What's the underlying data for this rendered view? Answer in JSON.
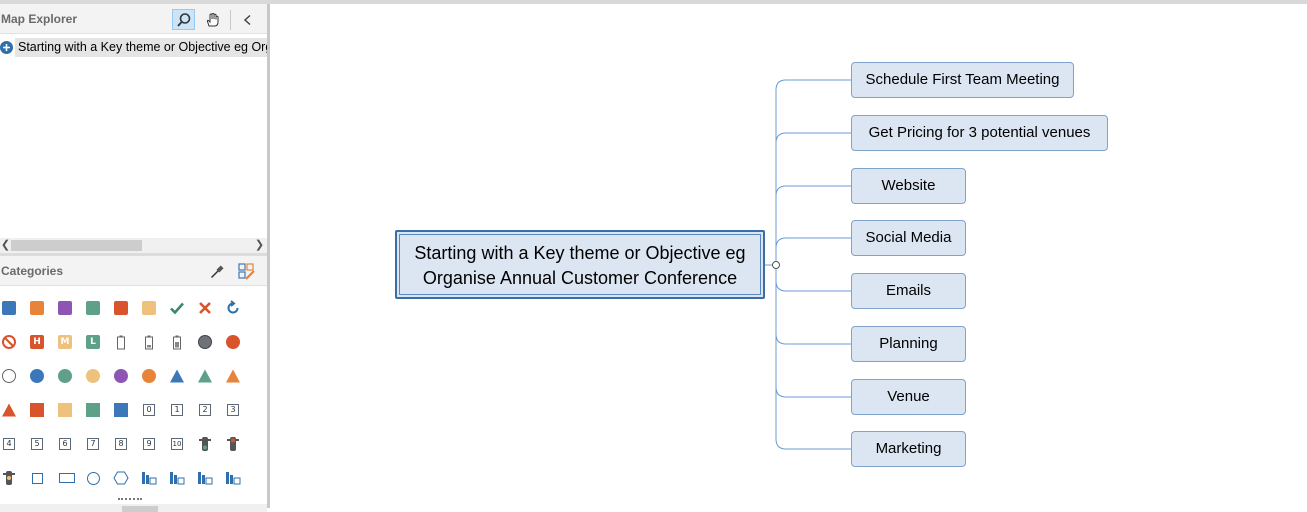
{
  "map_explorer": {
    "title": "Map Explorer",
    "tree_item": "Starting with a Key theme or Objective eg Organise Annual Customer Conference",
    "tools": [
      "search-icon",
      "hand-icon",
      "chevron-left-icon"
    ]
  },
  "categories": {
    "title": "Categories",
    "tools": [
      "eyedropper-icon",
      "edit-categories-icon"
    ],
    "numbers": [
      "0",
      "1",
      "2",
      "3",
      "4",
      "5",
      "6",
      "7",
      "8",
      "9",
      "10"
    ],
    "letters": [
      "H",
      "M",
      "L"
    ]
  },
  "colors": {
    "blue": "#3c78b9",
    "orange": "#e8833a",
    "purple": "#8e55b3",
    "green": "#5fa088",
    "red": "#d9532c",
    "tan": "#eec27d",
    "connector": "#6b9bd1"
  },
  "map": {
    "central_topic": [
      "Starting with a Key theme or Objective eg",
      "Organise Annual Customer Conference"
    ],
    "subtopics": [
      "Schedule First Team Meeting",
      "Get Pricing for 3 potential venues",
      "Website",
      "Social Media",
      "Emails",
      "Planning",
      "Venue",
      "Marketing"
    ]
  }
}
